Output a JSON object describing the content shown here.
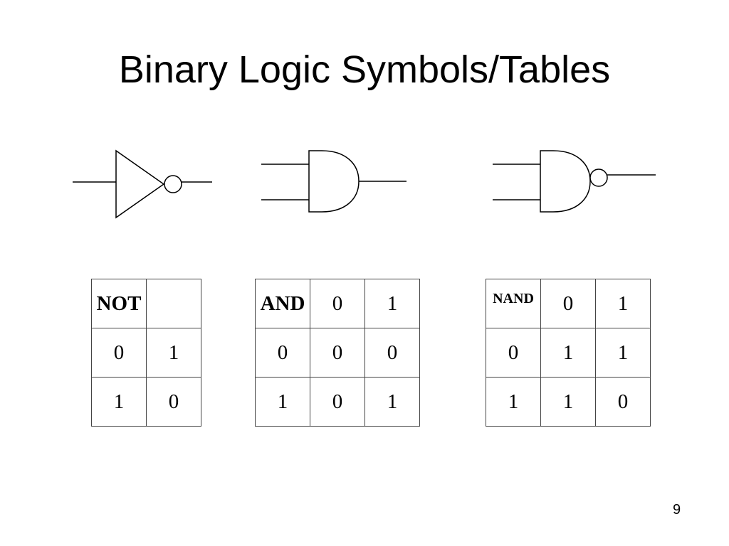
{
  "slide": {
    "title": "Binary Logic Symbols/Tables",
    "page_number": "9"
  },
  "gates": [
    {
      "type": "NOT",
      "icon": "not-gate-icon"
    },
    {
      "type": "AND",
      "icon": "and-gate-icon"
    },
    {
      "type": "NAND",
      "icon": "nand-gate-icon"
    }
  ],
  "tables": {
    "not": {
      "corner": "NOT",
      "header": "",
      "rows": [
        {
          "input": "0",
          "output": "1"
        },
        {
          "input": "1",
          "output": "0"
        }
      ]
    },
    "and": {
      "corner": "AND",
      "columns": [
        "0",
        "1"
      ],
      "rows": [
        {
          "input": "0",
          "cells": [
            "0",
            "0"
          ]
        },
        {
          "input": "1",
          "cells": [
            "0",
            "1"
          ]
        }
      ]
    },
    "nand": {
      "corner": "NAND",
      "columns": [
        "0",
        "1"
      ],
      "rows": [
        {
          "input": "0",
          "cells": [
            "1",
            "1"
          ]
        },
        {
          "input": "1",
          "cells": [
            "1",
            "0"
          ]
        }
      ]
    }
  }
}
